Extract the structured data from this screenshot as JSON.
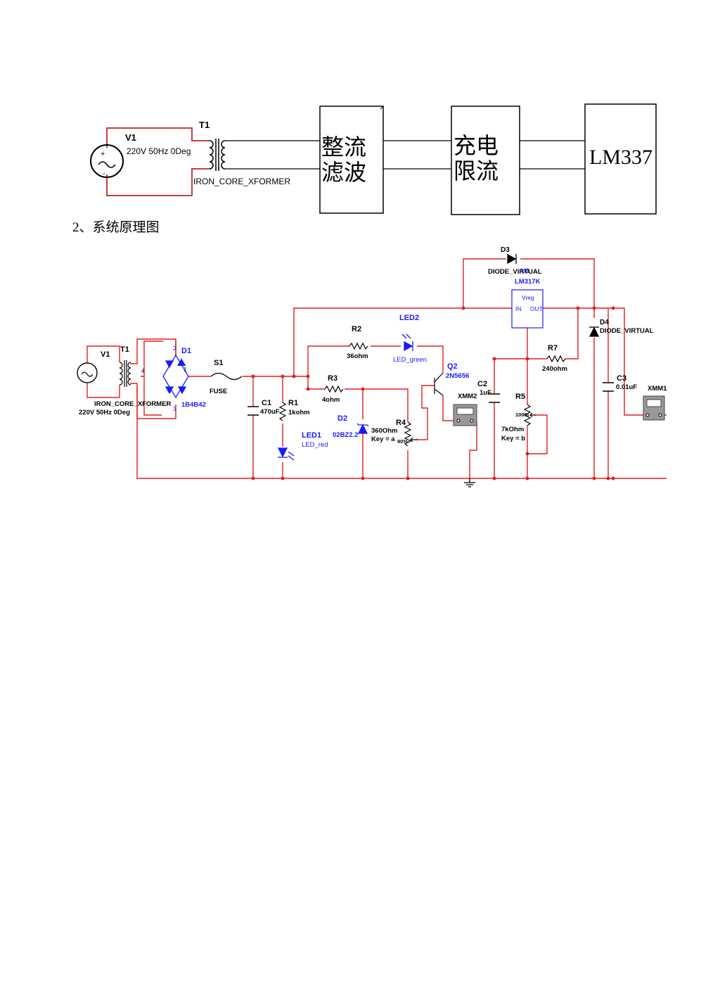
{
  "block_diagram": {
    "v1_label": "V1",
    "v1_value": "220V 50Hz 0Deg",
    "t1_label": "T1",
    "t1_model": "IRON_CORE_XFORMER",
    "block_rectifier_line1": "整流",
    "block_rectifier_line2": "滤波",
    "block_charge_line1": "充电",
    "block_charge_line2": "限流",
    "block_regulator": "LM337"
  },
  "caption": "2、系统原理图",
  "schematic": {
    "v1_label": "V1",
    "t1_label": "T1",
    "t1_model": "IRON_CORE_XFORMER",
    "v1_value": "220V 50Hz 0Deg",
    "d1_label": "D1",
    "d1_model": "1B4B42",
    "d1_pin1": "1",
    "d1_pin2": "2",
    "d1_pin3": "3",
    "d1_pin4": "4",
    "s1_label": "S1",
    "s1_model": "FUSE",
    "c1_label": "C1",
    "c1_value": "470uF",
    "r1_label": "R1",
    "r1_value": "1kohm",
    "led1_label": "LED1",
    "led1_model": "LED_red",
    "r2_label": "R2",
    "r2_value": "36ohm",
    "led2_label": "LED2",
    "led2_model": "LED_green",
    "r3_label": "R3",
    "r3_value": "4ohm",
    "d2_label": "D2",
    "d2_model": "02BZ2.2",
    "r4_label": "R4",
    "r4_value": "360Ohm",
    "r4_key": "Key = a",
    "r4_pct": "90%",
    "q2_label": "Q2",
    "q2_model": "2N5656",
    "xmm2_label": "XMM2",
    "c2_label": "C2",
    "c2_value": "1uF",
    "d3_label": "D3",
    "d3_model": "DIODE_VIRTUAL",
    "u1_label": "U1",
    "u1_model": "LM317K",
    "u1_vreg": "Vreg",
    "u1_in": "IN",
    "u1_out": "OUT",
    "d4_label": "D4",
    "d4_model": "DIODE_VIRTUAL",
    "r7_label": "R7",
    "r7_value": "240ohm",
    "r5_label": "R5",
    "r5_value": "7kOhm",
    "r5_key": "Key = b",
    "r5_pct": "100%",
    "c3_label": "C3",
    "c3_value": "0.01uF",
    "xmm1_label": "XMM1"
  },
  "colors": {
    "wire": "#e02020",
    "component": "#000000",
    "highlight": "#1a1aff"
  }
}
